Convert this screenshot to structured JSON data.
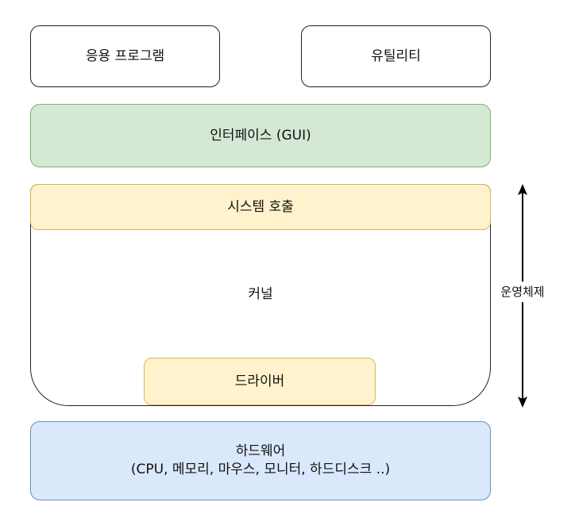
{
  "application": {
    "label": "응용 프로그램"
  },
  "utility": {
    "label": "유틸리티"
  },
  "interface": {
    "label": "인터페이스 (GUI)"
  },
  "system_call": {
    "label": "시스템 호출"
  },
  "kernel": {
    "label": "커널"
  },
  "driver": {
    "label": "드라이버"
  },
  "hardware": {
    "line1": "하드웨어",
    "line2": "(CPU, 메모리, 마우스, 모니터, 하드디스크 ..)"
  },
  "operating_system": {
    "label": "운영체제"
  },
  "colors": {
    "interface_fill": "#d5e8d4",
    "interface_stroke": "#82b366",
    "kernel_parts_fill": "#fff2cc",
    "kernel_parts_stroke": "#d6b656",
    "hardware_fill": "#dae8fc",
    "hardware_stroke": "#6c8ebf"
  }
}
